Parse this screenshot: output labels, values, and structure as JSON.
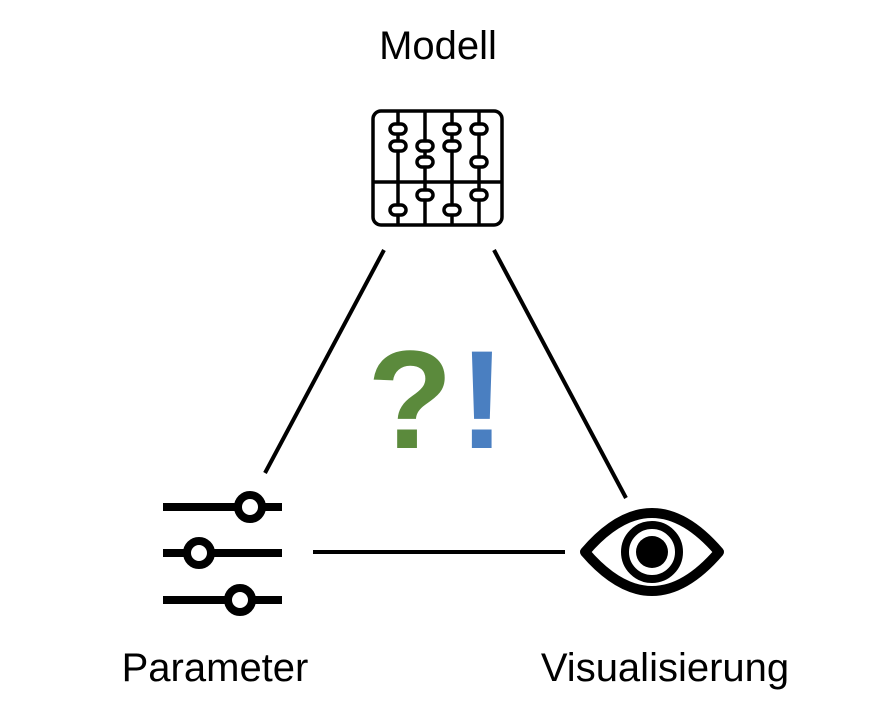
{
  "labels": {
    "model": "Modell",
    "parameters": "Parameter",
    "visualization": "Visualisierung"
  },
  "center": {
    "question_mark": "?",
    "exclamation_mark": "!"
  },
  "colors": {
    "question": "#5b8a3c",
    "exclamation": "#4a7fc1",
    "stroke": "#000000"
  },
  "icons": {
    "model": "abacus-icon",
    "parameters": "sliders-icon",
    "visualization": "eye-icon"
  }
}
